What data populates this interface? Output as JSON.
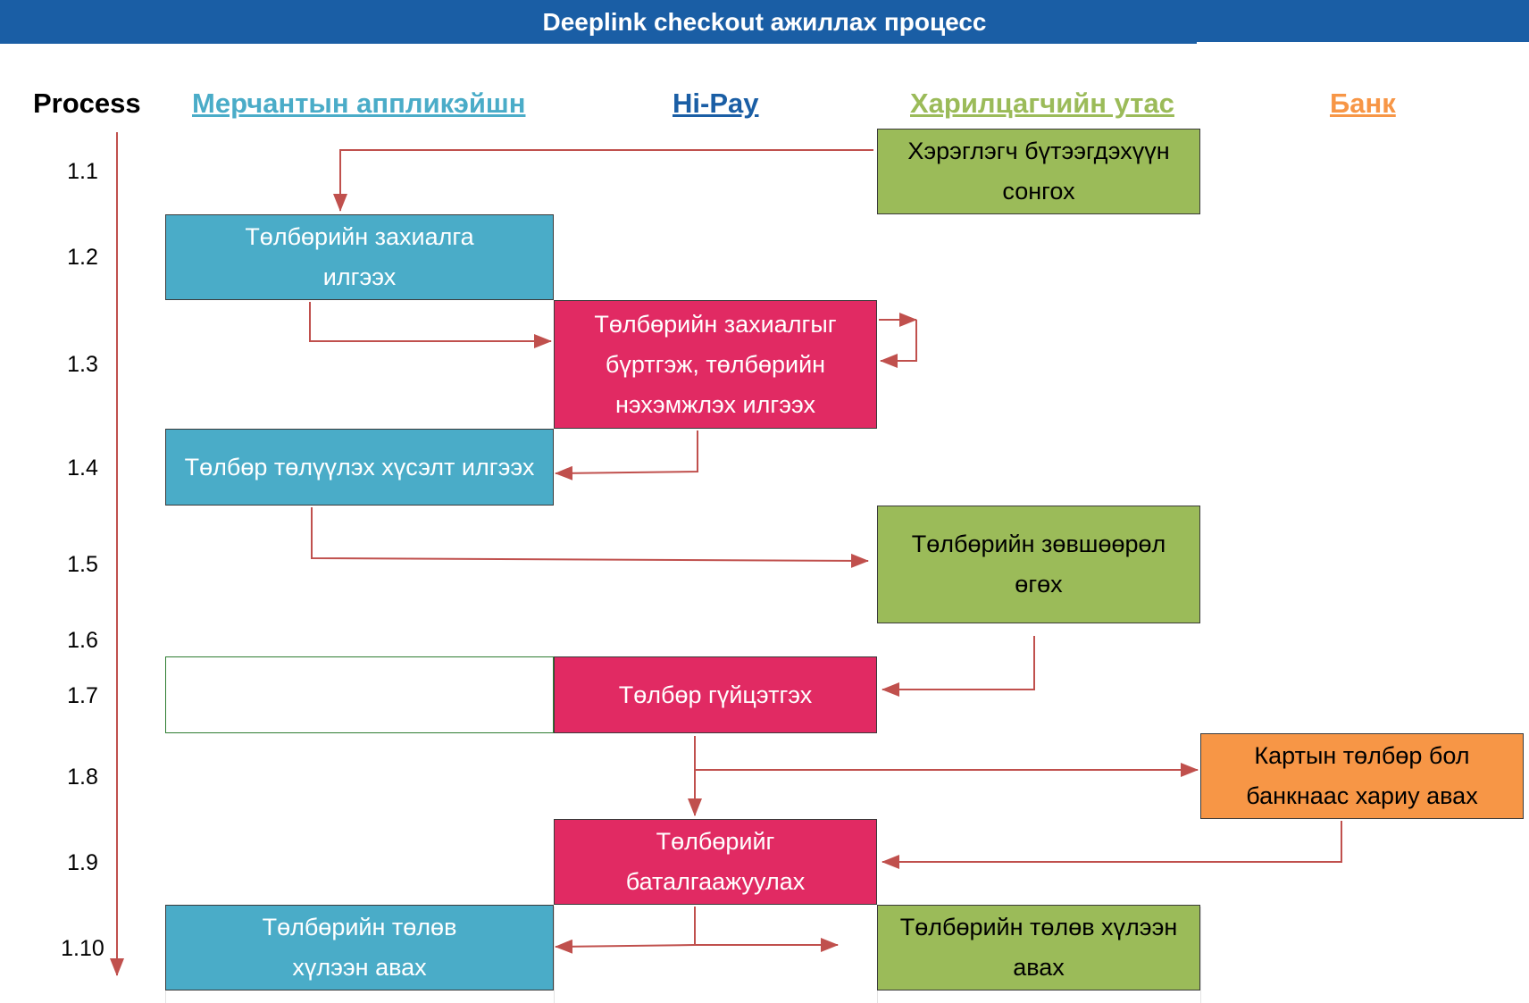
{
  "title": "Deeplink checkout ажиллах процесс",
  "columns": {
    "process": "Process",
    "merchant": "Мерчантын аппликэйшн",
    "hipay": "Hi-Pay",
    "customer": "Харилцагчийн утас",
    "bank": "Банк"
  },
  "colors": {
    "merchant": "#4aacc8",
    "hipay": "#e12a63",
    "customer": "#9bbb59",
    "bank": "#f79646",
    "title_bar": "#1a5ea5",
    "hipay_header": "#1a5ea5",
    "arrow": "#c0504d"
  },
  "steps": [
    "1.1",
    "1.2",
    "1.3",
    "1.4",
    "1.5",
    "1.6",
    "1.7",
    "1.8",
    "1.9",
    "1.10"
  ],
  "boxes": {
    "s1_1": "Хэрэглэгч бүтээгдэхүүн сонгох",
    "s1_2": "Төлбөрийн захиалга илгээх",
    "s1_3": "Төлбөрийн захиалгыг бүртгэж, төлбөрийн нэхэмжлэх илгээх",
    "s1_4": "Төлбөр төлүүлэх хүсэлт илгээх",
    "s1_5": "Төлбөрийн зөвшөөрөл өгөх",
    "s1_7": "Төлбөр гүйцэтгэх",
    "s1_8": "Картын төлбөр бол банкнаас хариу авах",
    "s1_9": "Төлбөрийг баталгаажуулах",
    "s1_10_merchant": "Төлбөрийн төлөв хүлээн авах",
    "s1_10_customer": "Төлбөрийн төлөв хүлээн авах"
  }
}
